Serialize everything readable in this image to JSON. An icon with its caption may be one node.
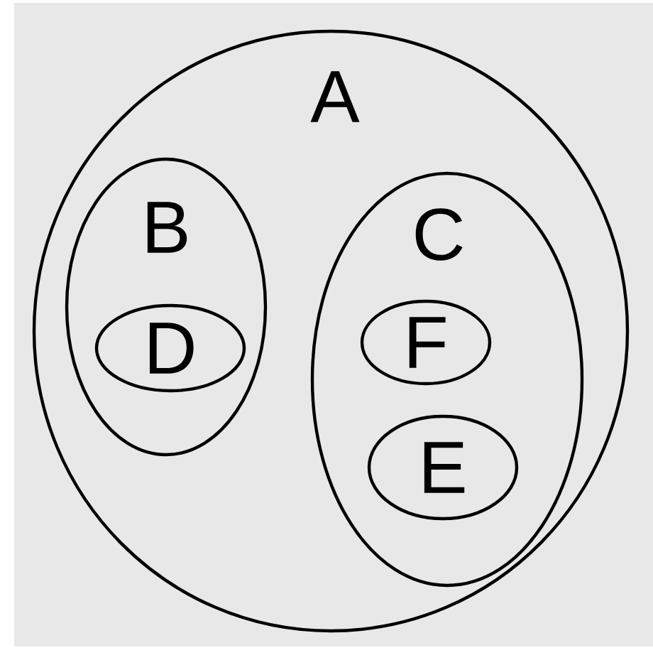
{
  "diagram": {
    "nodes": [
      {
        "text": [
          "A"
        ]
      },
      {
        "text": [
          "B"
        ],
        "in": 0
      },
      {
        "text": [
          "D"
        ],
        "in": 1
      },
      {
        "text": [
          "C"
        ],
        "in": 0
      },
      {
        "text": [
          "F"
        ],
        "in": 3
      },
      {
        "text": [
          "E"
        ],
        "in": 3
      }
    ]
  }
}
